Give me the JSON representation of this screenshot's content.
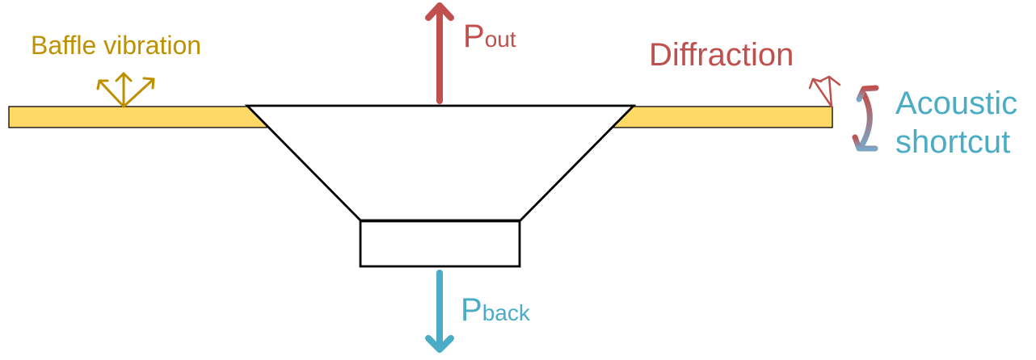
{
  "labels": {
    "baffle_vibration": "Baffle vibration",
    "diffraction": "Diffraction",
    "acoustic_shortcut_line1": "Acoustic",
    "acoustic_shortcut_line2": "shortcut",
    "p_out_main": "P",
    "p_out_sub": "out",
    "p_back_main": "P",
    "p_back_sub": "back"
  },
  "colors": {
    "baffle_fill": "#FFD966",
    "baffle_stroke": "#000000",
    "driver_stroke": "#000000",
    "driver_fill": "#FFFFFF",
    "baffle_vibration": "#BF9000",
    "diffraction": "#C0504D",
    "acoustic_shortcut": "#4BACC6",
    "p_out": "#C0504D",
    "p_back": "#4BACC6",
    "shortcut_top": "#C0504D",
    "shortcut_bottom": "#7BA7C7"
  },
  "icons": {
    "baffle_vibration": "three-arrows-fan-icon",
    "diffraction": "angled-arrows-icon",
    "acoustic_shortcut": "curved-double-arrow-icon"
  }
}
